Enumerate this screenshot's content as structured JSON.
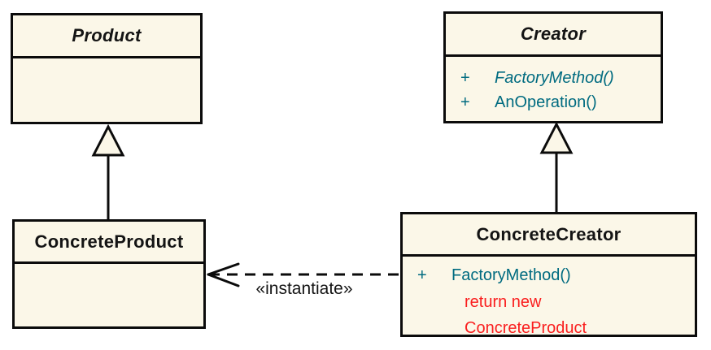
{
  "classes": {
    "product": {
      "name": "Product"
    },
    "creator": {
      "name": "Creator",
      "members": [
        {
          "visibility": "+",
          "signature": "FactoryMethod()"
        },
        {
          "visibility": "+",
          "signature": "AnOperation()"
        }
      ]
    },
    "concrete_product": {
      "name": "ConcreteProduct"
    },
    "concrete_creator": {
      "name": "ConcreteCreator",
      "members": [
        {
          "visibility": "+",
          "signature": "FactoryMethod()"
        }
      ],
      "notes": [
        "return new",
        "ConcreteProduct"
      ]
    }
  },
  "relationships": {
    "instantiate_label": "«instantiate»"
  },
  "colors": {
    "box_fill": "#FBF7E8",
    "border": "#0B0B0B",
    "method_text": "#006B80",
    "note_text": "#FA1E1E"
  }
}
